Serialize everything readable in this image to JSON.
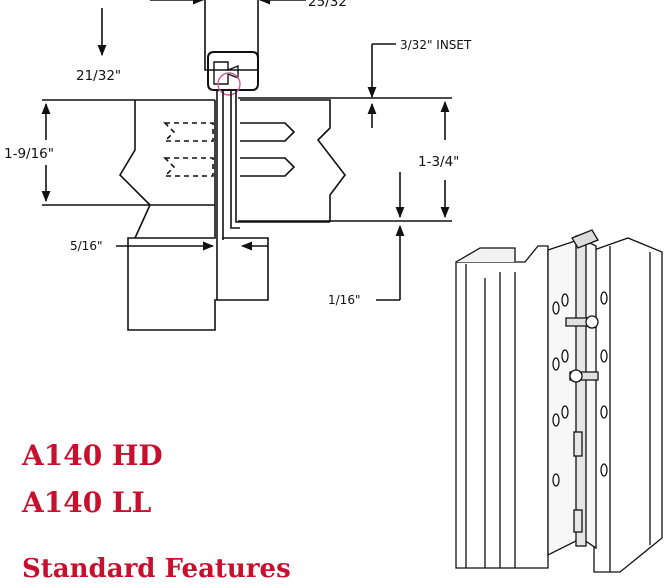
{
  "colors": {
    "accent": "#c8102e",
    "line": "#111111",
    "highlight": "#d05aa0"
  },
  "dimensions": {
    "top_width": "25/32",
    "inset": "3/32\" INSET",
    "gap_top": "21/32\"",
    "leaf_left": "1-9/16\"",
    "leaf_right": "1-3/4\"",
    "offset": "5/16\"",
    "bottom_gap": "1/16\""
  },
  "product": {
    "model_hd": "A140 HD",
    "model_ll": "A140 LL"
  },
  "section": {
    "heading": "Standard Features"
  }
}
